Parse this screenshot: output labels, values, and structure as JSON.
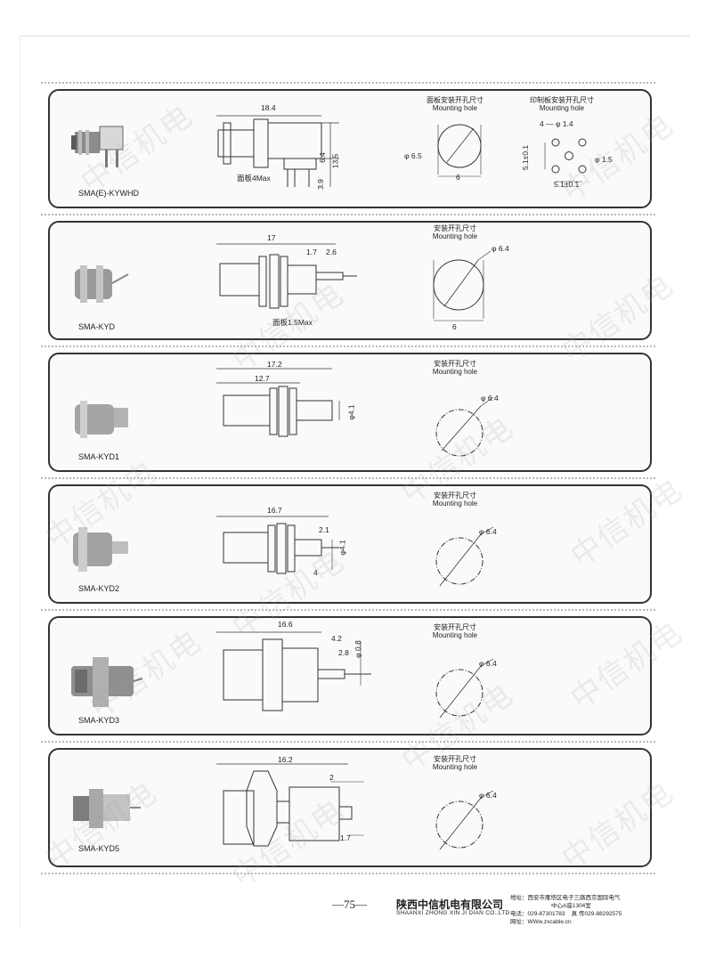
{
  "watermark": "中信机电",
  "products": [
    {
      "model": "SMA(E)-KYWHD",
      "dims": [
        "18.4",
        "6.4",
        "13.5",
        "3.9",
        "面板4Max"
      ],
      "hole_cn": "面板安装开孔尺寸",
      "hole_en": "Mounting hole",
      "hole_dims": [
        "φ 6.5",
        "6"
      ],
      "pcb_cn": "印制板安装开孔尺寸",
      "pcb_en": "Mounting hole",
      "pcb_dims": [
        "4 — φ 1.4",
        "5.1±0.1",
        "φ 1.5",
        "5.1±0.1"
      ]
    },
    {
      "model": "SMA-KYD",
      "dims": [
        "17",
        "1.7",
        "2.6",
        "面板1.5Max"
      ],
      "hole_cn": "安装开孔尺寸",
      "hole_en": "Mounting hole",
      "hole_dims": [
        "φ 6.4",
        "6"
      ]
    },
    {
      "model": "SMA-KYD1",
      "dims": [
        "17.2",
        "12.7",
        "φ4.1"
      ],
      "hole_cn": "安装开孔尺寸",
      "hole_en": "Mounting hole",
      "hole_dims": [
        "φ 6.4"
      ]
    },
    {
      "model": "SMA-KYD2",
      "dims": [
        "16.7",
        "2.1",
        "φ4.1",
        "4"
      ],
      "hole_cn": "安装开孔尺寸",
      "hole_en": "Mounting hole",
      "hole_dims": [
        "φ 6.4"
      ]
    },
    {
      "model": "SMA-KYD3",
      "dims": [
        "16.6",
        "4.2",
        "2.8",
        "φ 0.8"
      ],
      "hole_cn": "安装开孔尺寸",
      "hole_en": "Mounting hole",
      "hole_dims": [
        "φ 6.4"
      ]
    },
    {
      "model": "SMA-KYD5",
      "dims": [
        "16.2",
        "2",
        "1.7"
      ],
      "hole_cn": "安装开孔尺寸",
      "hole_en": "Mounting hole",
      "hole_dims": [
        "φ 6.4"
      ]
    }
  ],
  "footer": {
    "page_number": "—75—",
    "company_cn": "陕西中信机电有限公司",
    "company_en": "SHAANXI ZHONG XIN JI DIAN CO.,LTD",
    "address": "地址：西安市雁塔区电子三路西京国际电气",
    "address2": "中心A座1304室",
    "phone": "电话：029-87301783",
    "fax": "真 传029-88292575",
    "web": "网址：WWw.zxcable.cn"
  }
}
